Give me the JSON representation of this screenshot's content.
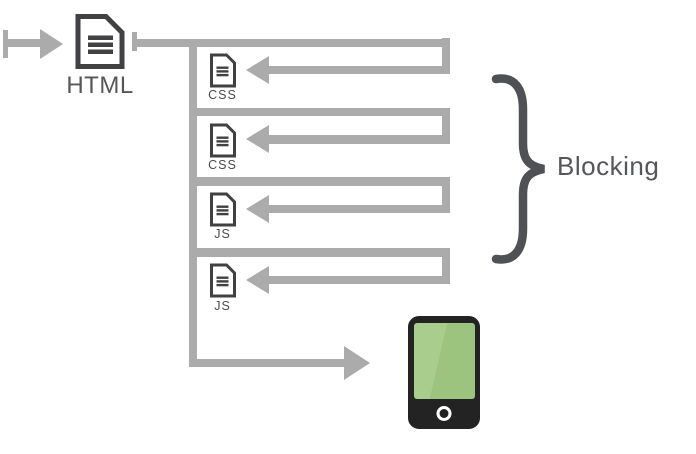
{
  "diagram": {
    "type": "flow",
    "description_visible_text_only": true,
    "source": {
      "label": "HTML",
      "icon": "document-icon"
    },
    "input_icon": "arrow-right-icon",
    "resources": [
      {
        "label": "CSS",
        "icon": "document-icon",
        "arrow": "arrow-left-icon"
      },
      {
        "label": "CSS",
        "icon": "document-icon",
        "arrow": "arrow-left-icon"
      },
      {
        "label": "JS",
        "icon": "document-icon",
        "arrow": "arrow-left-icon"
      },
      {
        "label": "JS",
        "icon": "document-icon",
        "arrow": "arrow-left-icon"
      }
    ],
    "annotation": {
      "label": "Blocking",
      "icon": "curly-brace-icon"
    },
    "render_arrow_icon": "arrow-right-icon",
    "device": {
      "icon": "smartphone-icon",
      "home_button": "circle"
    },
    "colors": {
      "arrow_gray": "#ababab",
      "icon_stroke": "#414042",
      "text_gray": "#55565a",
      "phone_body": "#232323",
      "screen_green_light": "#a9cd8d",
      "screen_green_dark": "#9cc47e"
    }
  }
}
